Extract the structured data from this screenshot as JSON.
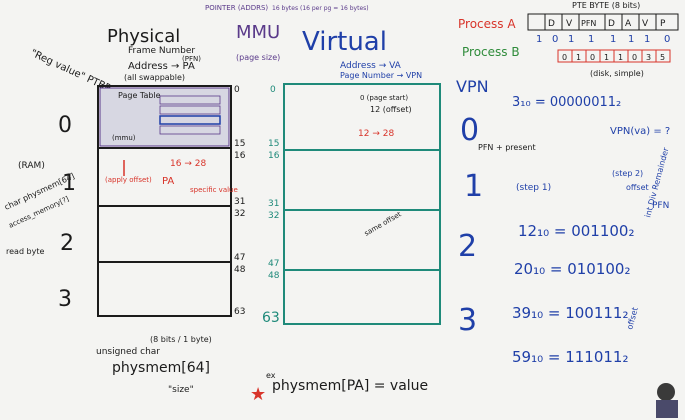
{
  "colors": {
    "black": "#1b1b1b",
    "blue": "#1f3fa8",
    "teal": "#1f8a7a",
    "red": "#d8342a",
    "green": "#2e8b3a",
    "purple": "#5a3a8a"
  },
  "physical": {
    "title": "Physical",
    "frame_number_label": "Frame Number",
    "pfn": "(PFN)",
    "address_pa": "Address → PA",
    "all_swappable": "(all swappable)",
    "reg_value_ptbr": "\"Reg value\" PTBR",
    "ram": "(RAM)",
    "char_physmem": "char physmem[64]",
    "access_memory": "access_memory[?]",
    "read_byte": "read byte",
    "frames": [
      "0",
      "1",
      "2",
      "3"
    ],
    "addresses": [
      "0",
      "15",
      "16",
      "31",
      "32",
      "47",
      "48",
      "63"
    ],
    "page_table_label": "Page Table",
    "mm_label": "(mmu)",
    "pa_equation": "16 → 28",
    "pa_label": "PA",
    "apply_offset": "(apply offset)",
    "specific_value": "specific value",
    "unsigned_char": "unsigned char",
    "physmem_64": "physmem[64]",
    "bits_note": "(8 bits / 1 byte)",
    "size_note": "\"size\"",
    "example": "ex",
    "physmem_pa": "physmem[PA] = value"
  },
  "mmu": {
    "title": "MMU",
    "pointer_label": "POINTER (ADDRS)",
    "page_size": "(page size)",
    "bytes_note": "16 bytes (16 per pg = 16 bytes)"
  },
  "virtual": {
    "title": "Virtual",
    "address_va": "Address → VA",
    "page_number_vpn": "Page Number → VPN",
    "vpn_label": "VPN",
    "page_frames": [
      "0",
      "1",
      "2",
      "3"
    ],
    "page_start": "0 (page start)",
    "offset": "12 (offset)",
    "mapping": "12 → 28",
    "addresses_left": [
      "0",
      "15",
      "16",
      "31",
      "32",
      "47",
      "48",
      "63"
    ],
    "same_offset": "same offset",
    "pfn_present": "PFN + present"
  },
  "process_a": {
    "label": "Process A",
    "pte_byte": "PTE BYTE (8 bits)",
    "fields": [
      "D",
      "V",
      "PFN",
      "D",
      "A",
      "V",
      "P"
    ],
    "bits": [
      "1",
      "0",
      "1",
      "1",
      "1",
      "1",
      "1",
      "0"
    ]
  },
  "process_b": {
    "label": "Process B",
    "cells": [
      "0",
      "1",
      "0",
      "1",
      "1",
      "0",
      "3",
      "5"
    ],
    "note": "(disk, simple)"
  },
  "math": {
    "eq1": "3₁₀ = 00000011₂",
    "eq2": "12₁₀ = 001100₂",
    "eq3": "20₁₀ = 010100₂",
    "eq4": "39₁₀ = 100111₂",
    "eq5": "59₁₀ = 111011₂",
    "vpn_va": "VPN(va) = ?",
    "step1": "(step 1)",
    "step2": "(step 2)",
    "offset_label": "offset",
    "pfn_label": "PFN",
    "int_div": "int Div Remainder",
    "offset_side": "offset"
  }
}
